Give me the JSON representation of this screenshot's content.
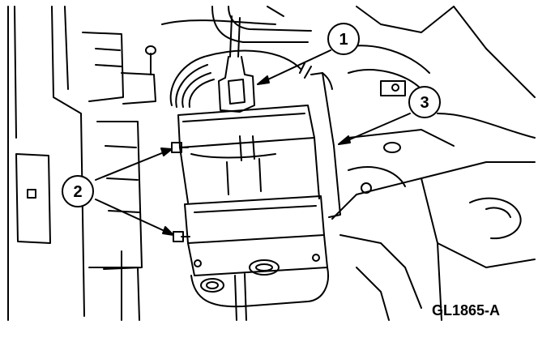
{
  "figure": {
    "code": "GL1865-A",
    "callouts": [
      {
        "label": "1"
      },
      {
        "label": "2"
      },
      {
        "label": "3"
      }
    ]
  }
}
